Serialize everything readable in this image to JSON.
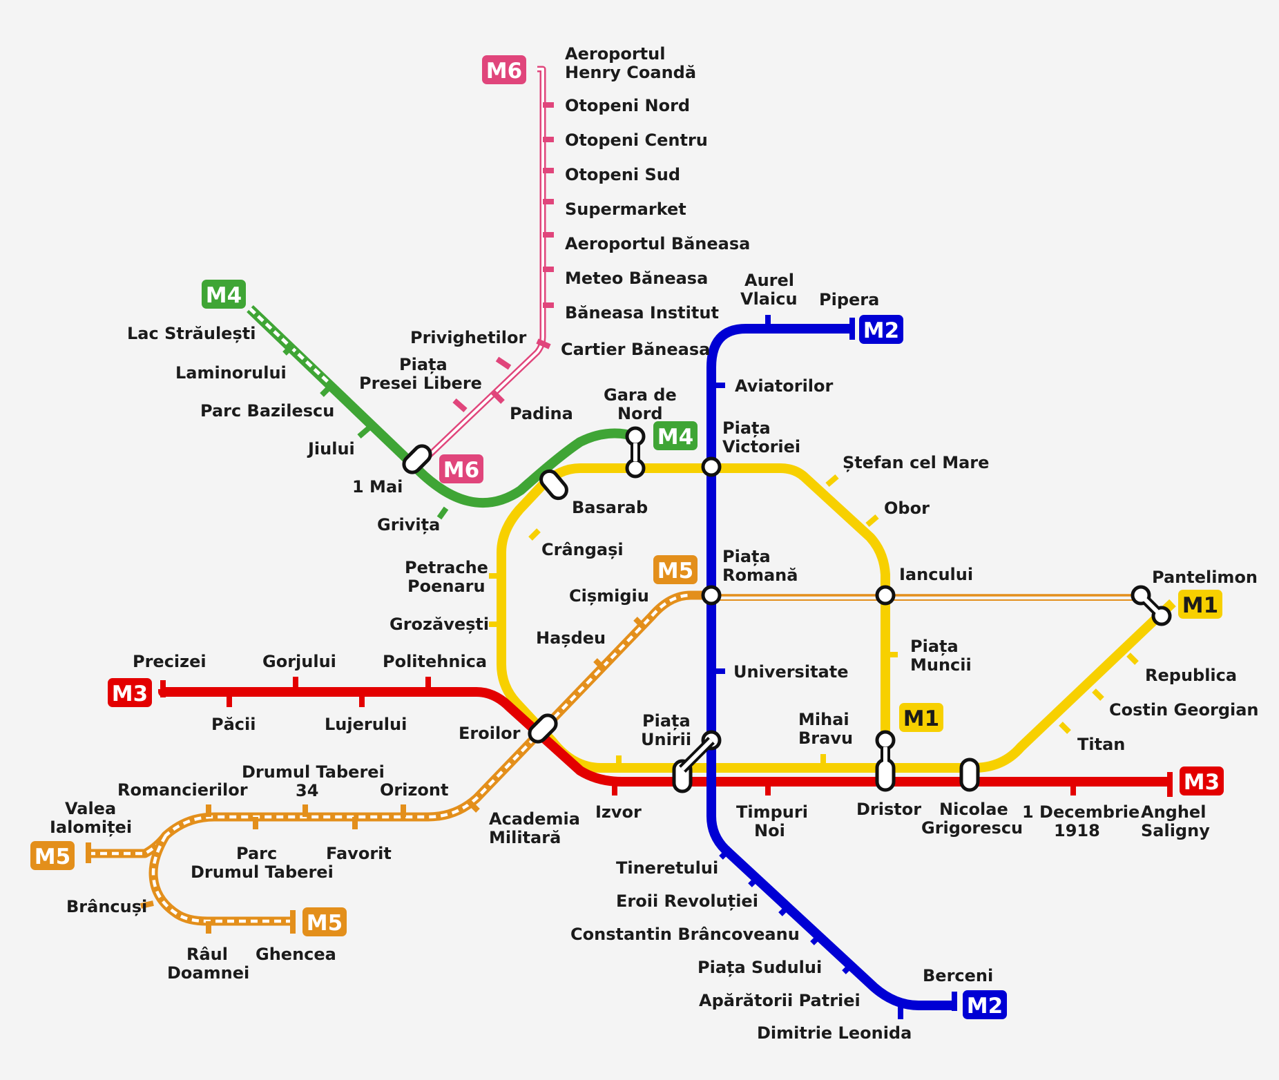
{
  "colors": {
    "M1": "#f7d000",
    "M2": "#0000d4",
    "M3": "#e30000",
    "M4": "#3fa535",
    "M5": "#e38f1b",
    "M6": "#e0457b",
    "background": "#f4f4f4",
    "text": "#1b1b1b"
  },
  "badges": {
    "m6_top": "M6",
    "m6_mid": "M6",
    "m4_top": "M4",
    "m4_mid": "M4",
    "m2_top": "M2",
    "m2_bottom": "M2",
    "m5_mid": "M5",
    "m5_left": "M5",
    "m5_bottom": "M5",
    "m1_right": "M1",
    "m1_mid": "M1",
    "m3_left": "M3",
    "m3_right": "M3"
  },
  "stations": {
    "aeroportul_henry_coanda": [
      "Aeroportul",
      "Henry Coandă"
    ],
    "otopeni_nord": "Otopeni Nord",
    "otopeni_centru": "Otopeni Centru",
    "otopeni_sud": "Otopeni Sud",
    "supermarket": "Supermarket",
    "aeroportul_baneasa": "Aeroportul Băneasa",
    "meteo_baneasa": "Meteo Băneasa",
    "baneasa_institut": "Băneasa Institut",
    "cartier_baneasa": "Cartier Băneasa",
    "privighetilor": "Privighetilor",
    "piata_presei_libere": [
      "Piața",
      "Presei Libere"
    ],
    "padina": "Padina",
    "lac_straulesti": "Lac Străulești",
    "laminorului": "Laminorului",
    "parc_bazilescu": "Parc Bazilescu",
    "jiului": "Jiului",
    "1_mai": "1 Mai",
    "grivita": "Grivița",
    "gara_de_nord": [
      "Gara de",
      "Nord"
    ],
    "basarab": "Basarab",
    "crangasi": "Crângași",
    "petrache_poenaru": [
      "Petrache",
      "Poenaru"
    ],
    "grozavesti": "Grozăvești",
    "aurel_vlaicu": [
      "Aurel",
      "Vlaicu"
    ],
    "pipera": "Pipera",
    "aviatorilor": "Aviatorilor",
    "piata_victoriei": [
      "Piața",
      "Victoriei"
    ],
    "stefan_cel_mare": "Ștefan cel Mare",
    "obor": "Obor",
    "piata_romana": [
      "Piața",
      "Romană"
    ],
    "cismigiu": "Cișmigiu",
    "iancului": "Iancului",
    "pantelimon": "Pantelimon",
    "hasdeu": "Hașdeu",
    "piata_muncii": [
      "Piața",
      "Muncii"
    ],
    "republica": "Republica",
    "universitate": "Universitate",
    "costin_georgian": "Costin Georgian",
    "precizei": "Precizei",
    "gorjului": "Gorjului",
    "politehnica": "Politehnica",
    "pacii": "Păcii",
    "lujerului": "Lujerului",
    "eroilor": "Eroilor",
    "piata_unirii": [
      "Piața",
      "Unirii"
    ],
    "mihai_bravu": [
      "Mihai",
      "Bravu"
    ],
    "titan": "Titan",
    "drumul_taberei_34": [
      "Drumul Taberei",
      "34"
    ],
    "romancierilor": "Romancierilor",
    "orizont": "Orizont",
    "valea_ialomitei": [
      "Valea",
      "Ialomiței"
    ],
    "academia_militara": [
      "Academia",
      "Militară"
    ],
    "izvor": "Izvor",
    "timpuri_noi": [
      "Timpuri",
      "Noi"
    ],
    "dristor": "Dristor",
    "nicolae_grigorescu": [
      "Nicolae",
      "Grigorescu"
    ],
    "1_decembrie_1918": [
      "1 Decembrie",
      "1918"
    ],
    "anghel_saligny": [
      "Anghel",
      "Saligny"
    ],
    "parc_drumul_taberei": [
      "Parc",
      "Drumul Taberei"
    ],
    "favorit": "Favorit",
    "brancusi": "Brâncuși",
    "raul_doamnei": [
      "Râul",
      "Doamnei"
    ],
    "ghencea": "Ghencea",
    "tineretului": "Tineretului",
    "eroii_revolutiei": "Eroii Revoluției",
    "constantin_brancoveanu": "Constantin Brâncoveanu",
    "piata_sudului": "Piața Sudului",
    "berceni": "Berceni",
    "aparatorii_patriei": "Apărătorii Patriei",
    "dimitrie_leonida": "Dimitrie Leonida"
  }
}
